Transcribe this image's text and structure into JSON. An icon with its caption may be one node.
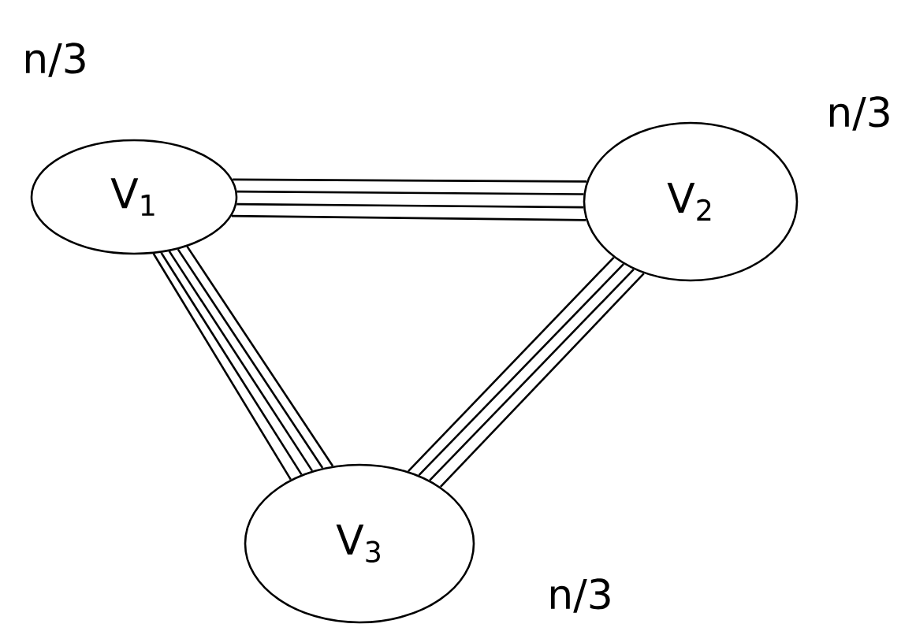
{
  "diagram": {
    "nodes": [
      {
        "text": [
          "V$_{1}$"
        ],
        "beside": [
          "n/3"
        ]
      },
      {
        "text": [
          "V$_{2}$"
        ],
        "beside": [
          "n/3"
        ]
      },
      {
        "text": [
          "V$_{3}$"
        ],
        "beside": [
          "n/3"
        ]
      }
    ],
    "edges": [
      {
        "from": 0,
        "to": 1,
        "arrow": "none"
      },
      {
        "from": 0,
        "to": 1,
        "arrow": "none"
      },
      {
        "from": 0,
        "to": 1,
        "arrow": "none"
      },
      {
        "from": 0,
        "to": 1,
        "arrow": "none"
      },
      {
        "from": 0,
        "to": 2,
        "arrow": "none"
      },
      {
        "from": 0,
        "to": 2,
        "arrow": "none"
      },
      {
        "from": 0,
        "to": 2,
        "arrow": "none"
      },
      {
        "from": 0,
        "to": 2,
        "arrow": "none"
      },
      {
        "from": 0,
        "to": 2,
        "arrow": "none"
      },
      {
        "from": 1,
        "to": 2,
        "arrow": "none"
      },
      {
        "from": 1,
        "to": 2,
        "arrow": "none"
      },
      {
        "from": 1,
        "to": 2,
        "arrow": "none"
      },
      {
        "from": 1,
        "to": 2,
        "arrow": "none"
      }
    ]
  }
}
